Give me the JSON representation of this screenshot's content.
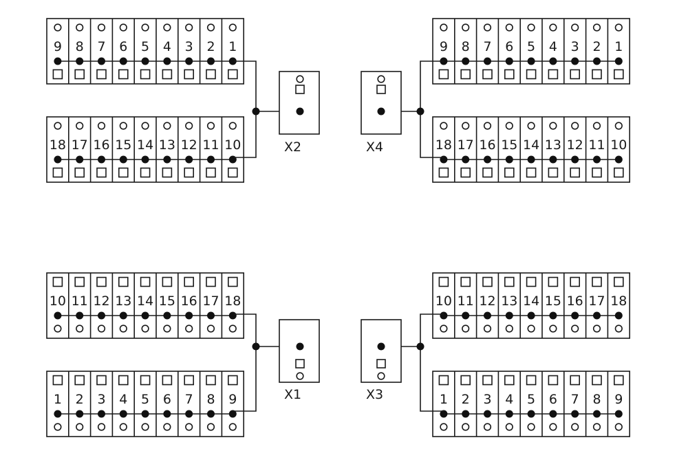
{
  "connectors": [
    {
      "label": "X2",
      "upper_block": {
        "terminals": [
          "9",
          "8",
          "7",
          "6",
          "5",
          "4",
          "3",
          "2",
          "1"
        ],
        "top_symbol": "circle",
        "bottom_symbol": "square"
      },
      "lower_block": {
        "terminals": [
          "18",
          "17",
          "16",
          "15",
          "14",
          "13",
          "12",
          "11",
          "10"
        ],
        "top_symbol": "circle",
        "bottom_symbol": "square"
      },
      "plug_symbols": [
        "circle",
        "square"
      ]
    },
    {
      "label": "X4",
      "upper_block": {
        "terminals": [
          "9",
          "8",
          "7",
          "6",
          "5",
          "4",
          "3",
          "2",
          "1"
        ],
        "top_symbol": "circle",
        "bottom_symbol": "square"
      },
      "lower_block": {
        "terminals": [
          "18",
          "17",
          "16",
          "15",
          "14",
          "13",
          "12",
          "11",
          "10"
        ],
        "top_symbol": "circle",
        "bottom_symbol": "square"
      },
      "plug_symbols": [
        "circle",
        "square"
      ]
    },
    {
      "label": "X1",
      "upper_block": {
        "terminals": [
          "10",
          "11",
          "12",
          "13",
          "14",
          "15",
          "16",
          "17",
          "18"
        ],
        "top_symbol": "square",
        "bottom_symbol": "circle"
      },
      "lower_block": {
        "terminals": [
          "1",
          "2",
          "3",
          "4",
          "5",
          "6",
          "7",
          "8",
          "9"
        ],
        "top_symbol": "square",
        "bottom_symbol": "circle"
      },
      "plug_symbols": [
        "square",
        "circle"
      ]
    },
    {
      "label": "X3",
      "upper_block": {
        "terminals": [
          "10",
          "11",
          "12",
          "13",
          "14",
          "15",
          "16",
          "17",
          "18"
        ],
        "top_symbol": "square",
        "bottom_symbol": "circle"
      },
      "lower_block": {
        "terminals": [
          "1",
          "2",
          "3",
          "4",
          "5",
          "6",
          "7",
          "8",
          "9"
        ],
        "top_symbol": "square",
        "bottom_symbol": "circle"
      },
      "plug_symbols": [
        "square",
        "circle"
      ]
    }
  ]
}
